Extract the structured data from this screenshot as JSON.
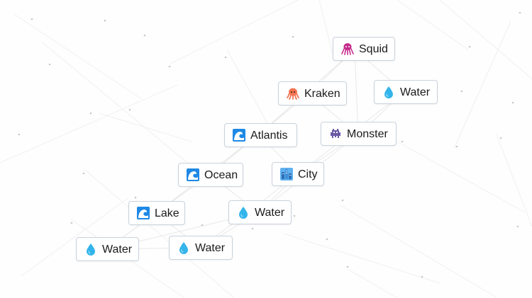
{
  "elements": {
    "squid": "Squid",
    "kraken": "Kraken",
    "water_top": "Water",
    "atlantis": "Atlantis",
    "monster": "Monster",
    "ocean": "Ocean",
    "city": "City",
    "lake": "Lake",
    "water_mid": "Water",
    "water_left": "Water",
    "water_bottom": "Water"
  },
  "icons": {
    "squid": "squid-icon",
    "kraken": "kraken-icon",
    "water": "water-drop-icon",
    "atlantis": "wave-icon",
    "monster": "monster-icon",
    "ocean": "wave-icon",
    "city": "city-icon",
    "lake": "wave-icon"
  },
  "colors": {
    "water": "#33b4ea",
    "wave": "#1e88e5",
    "squid": "#c52a8c",
    "kraken": "#f27552",
    "monster": "#6b5aa5",
    "city": "#3f8fd8",
    "node_border": "#c9d2dc"
  }
}
